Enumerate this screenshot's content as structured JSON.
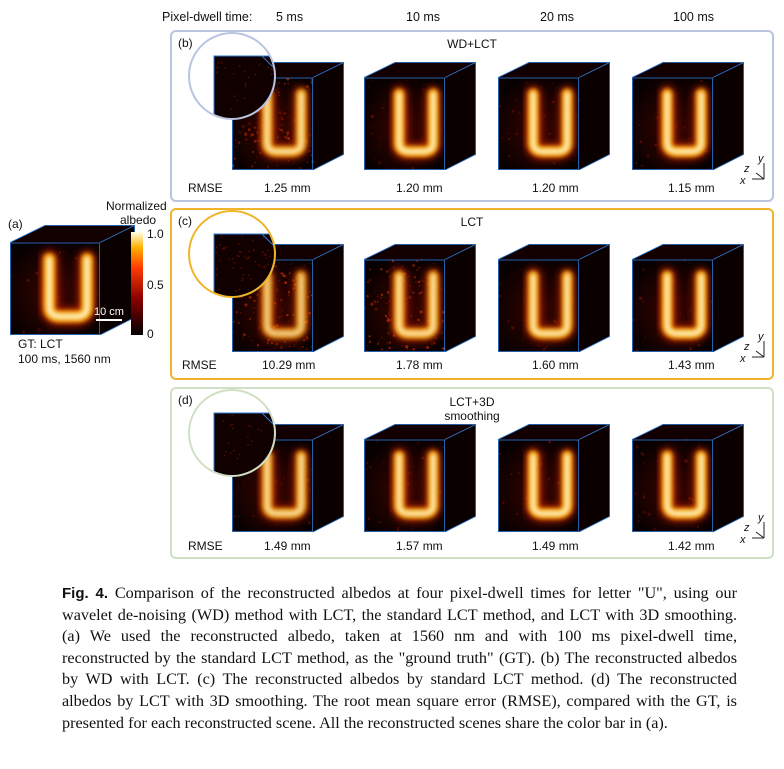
{
  "header": {
    "dwell_label": "Pixel-dwell time:",
    "times": [
      "5 ms",
      "10 ms",
      "20 ms",
      "100 ms"
    ]
  },
  "panel_a": {
    "tag": "(a)",
    "colorbar_title_1": "Normalized",
    "colorbar_title_2": "albedo",
    "ticks": [
      "1.0",
      "0.5",
      "0"
    ],
    "scale_label": "10 cm",
    "gt_line1": "GT: LCT",
    "gt_line2": "100 ms, 1560 nm"
  },
  "panels": [
    {
      "tag": "(b)",
      "title": "WD+LCT",
      "rmse_label": "RMSE",
      "rmse": [
        "1.25 mm",
        "1.20 mm",
        "1.20 mm",
        "1.15 mm"
      ],
      "border": "#b8c4e0"
    },
    {
      "tag": "(c)",
      "title": "LCT",
      "rmse_label": "RMSE",
      "rmse": [
        "10.29 mm",
        "1.78 mm",
        "1.60 mm",
        "1.43 mm"
      ],
      "border": "#f0b428"
    },
    {
      "tag": "(d)",
      "title_1": "LCT+3D",
      "title_2": "smoothing",
      "rmse_label": "RMSE",
      "rmse": [
        "1.49 mm",
        "1.57 mm",
        "1.49 mm",
        "1.42 mm"
      ],
      "border": "#cfe0c4"
    }
  ],
  "axes_labels": {
    "y": "y",
    "z": "z",
    "x": "x"
  },
  "caption": {
    "fig_label": "Fig. 4.",
    "text": "Comparison of the reconstructed albedos at four pixel-dwell times for letter \"U\", using our wavelet de-noising (WD) method with LCT, the standard LCT method, and LCT with 3D smoothing. (a) We used the reconstructed albedo, taken at 1560 nm and with 100 ms pixel-dwell time, reconstructed by the standard LCT method, as the \"ground truth\" (GT). (b) The reconstructed albedos by WD with LCT. (c) The reconstructed albedos by standard LCT method. (d) The reconstructed albedos by LCT with 3D smoothing. The root mean square error (RMSE), compared with the GT, is presented for each reconstructed scene. All the reconstructed scenes share the color bar in (a)."
  }
}
